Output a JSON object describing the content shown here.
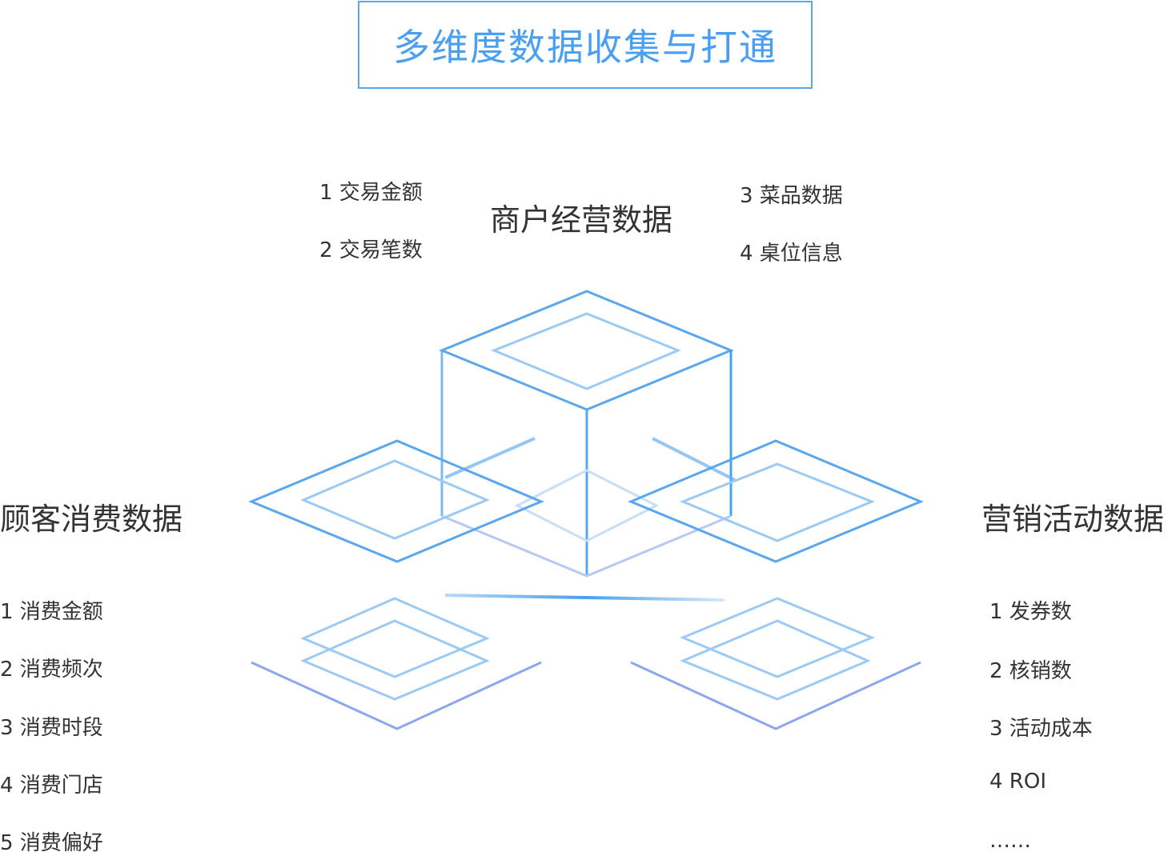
{
  "title": "多维度数据收集与打通",
  "merchant": {
    "heading": "商户经营数据",
    "items_left": [
      "1 交易金额",
      "2 交易笔数"
    ],
    "items_right": [
      "3 菜品数据",
      "4 桌位信息"
    ]
  },
  "customer": {
    "heading": "顾客消费数据",
    "items": [
      "1 消费金额",
      "2 消费频次",
      "3 消费时段",
      "4 消费门店",
      "5 消费偏好"
    ]
  },
  "marketing": {
    "heading": "营销活动数据",
    "items": [
      "1 发券数",
      "2 核销数",
      "3 活动成本",
      "4 ROI",
      "……"
    ]
  },
  "colors": {
    "accent": "#4a9ff0",
    "cube_line": "#5aa7ee",
    "cube_inner": "#9ccaf3",
    "text": "#333333"
  }
}
